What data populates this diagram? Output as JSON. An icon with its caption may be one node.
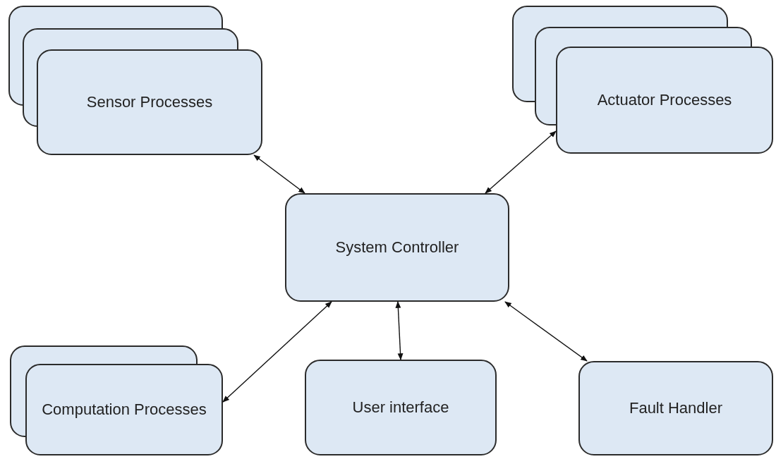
{
  "diagram": {
    "nodes": [
      {
        "text": [
          "Sensor Processes"
        ]
      },
      {
        "text": [
          "Actuator Processes"
        ]
      },
      {
        "text": [
          "System Controller"
        ]
      },
      {
        "text": [
          "Computation Processes"
        ]
      },
      {
        "text": [
          "User interface"
        ]
      },
      {
        "text": [
          "Fault Handler"
        ]
      }
    ],
    "edges": [
      {
        "from": 0,
        "to": 2,
        "arrow": "both"
      },
      {
        "from": 1,
        "to": 2,
        "arrow": "both"
      },
      {
        "from": 3,
        "to": 2,
        "arrow": "both"
      },
      {
        "from": 4,
        "to": 2,
        "arrow": "both"
      },
      {
        "from": 5,
        "to": 2,
        "arrow": "both"
      }
    ]
  }
}
